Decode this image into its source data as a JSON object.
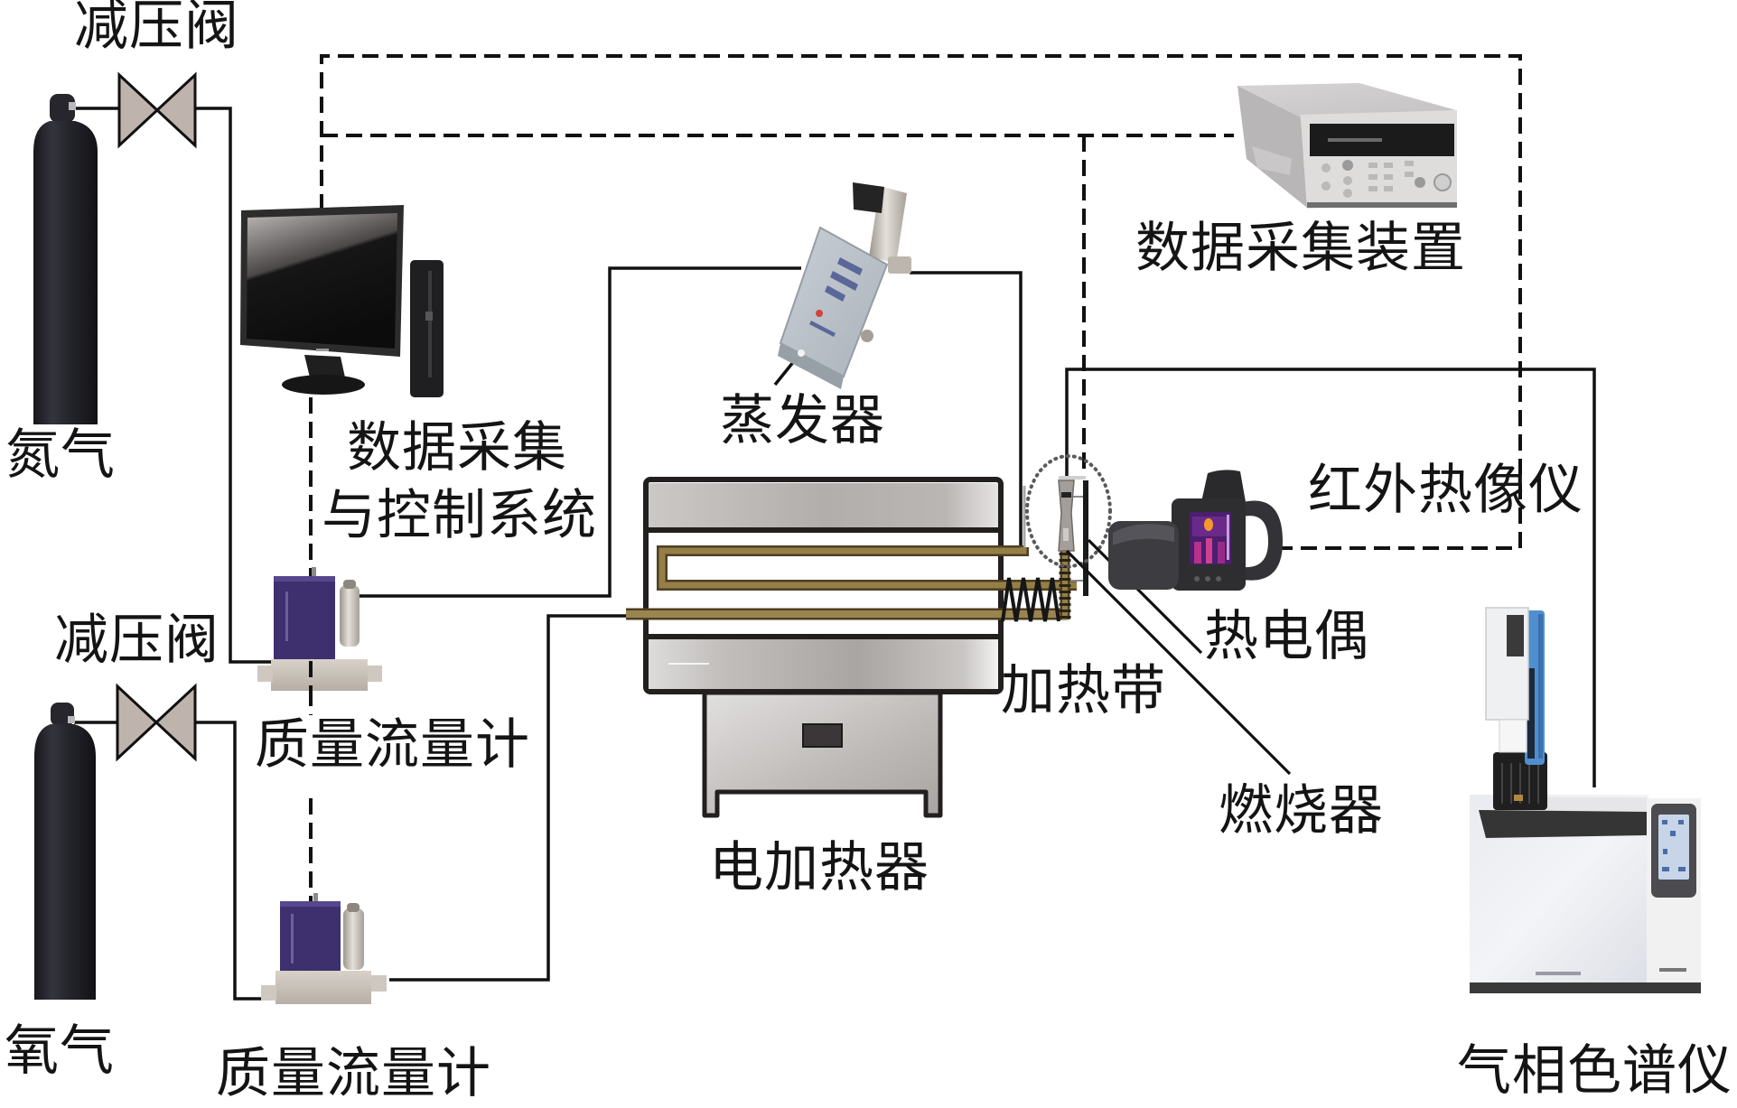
{
  "gas_supply": {
    "nitrogen": {
      "cylinder_label": "氮气",
      "valve_label": "减压阀"
    },
    "oxygen": {
      "cylinder_label": "氧气",
      "valve_label": "减压阀"
    },
    "mfc_nitrogen_label": "质量流量计",
    "mfc_oxygen_label": "质量流量计"
  },
  "control": {
    "computer_label_line1": "数据采集",
    "computer_label_line2": "与控制系统",
    "daq_device_label": "数据采集装置"
  },
  "reactor": {
    "evaporator_label": "蒸发器",
    "electric_heater_label": "电加热器",
    "heating_tape_label": "加热带",
    "burner_label": "燃烧器",
    "thermocouple_label": "热电偶"
  },
  "analysis": {
    "ir_camera_label": "红外热像仪",
    "gas_chromatograph_label": "气相色谱仪"
  },
  "colors": {
    "line": "#111111",
    "valve_fill": "#bfb4ad",
    "mfc_body": "#3e2f6e",
    "reactor_tube": "#957f48",
    "gc_autosampler_blue": "#4f8fd0",
    "thermal_hotspot": "#f29a2e"
  }
}
